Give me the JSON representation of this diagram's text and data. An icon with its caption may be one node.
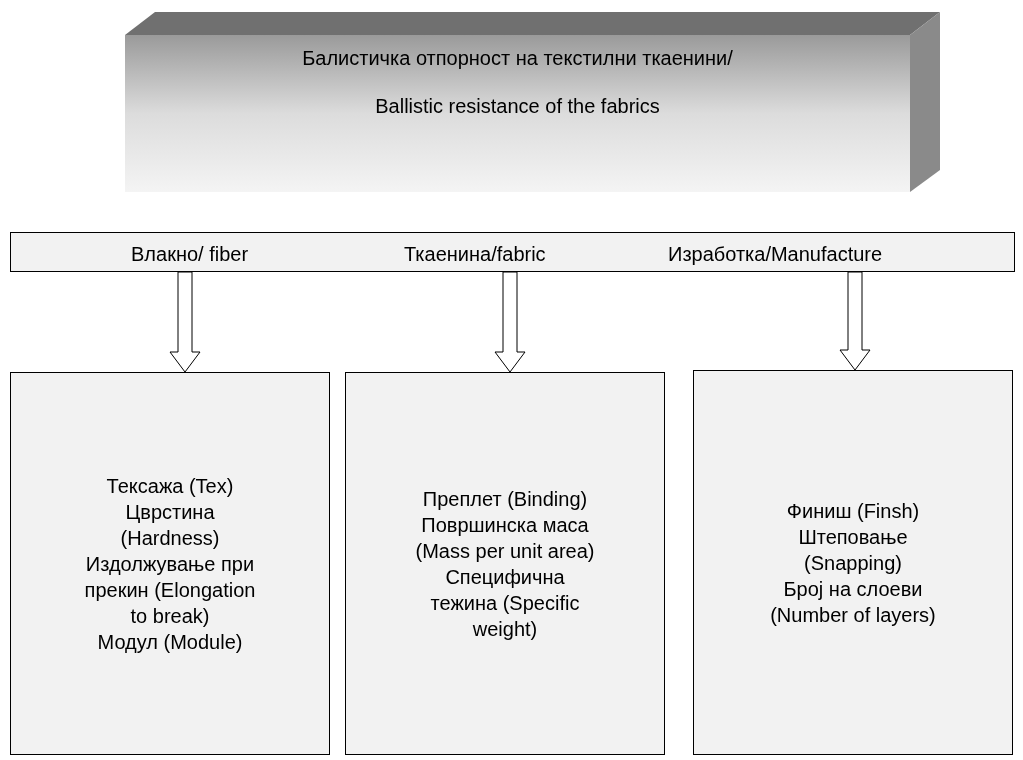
{
  "diagram": {
    "nodes": [
      {
        "text": [
          "Балистичка отпорност на текстилни ткаенини/",
          "Ballistic resistance of the fabrics"
        ]
      },
      {
        "text": [
          "Влакно/ fiber",
          "Ткаенина/fabric",
          "Изработка/Manufacture"
        ]
      },
      {
        "text": [
          "Тексажа (Tex)",
          "Цврстина (Hardness)",
          "Издолжување при прекин (Elongation to break)",
          "Модул (Module)"
        ]
      },
      {
        "text": [
          "Преплет (Binding)",
          "Површинска маса (Mass per unit area)",
          "Специфична тежина (Specific weight)"
        ]
      },
      {
        "text": [
          "Финиш (Finsh)",
          "Штеповање (Snapping)",
          "Број на слоеви (Number of layers)"
        ]
      }
    ],
    "edges": [
      {
        "from": 1,
        "to": 2,
        "arrow": "to"
      },
      {
        "from": 1,
        "to": 3,
        "arrow": "to"
      },
      {
        "from": 1,
        "to": 4,
        "arrow": "to"
      }
    ]
  }
}
